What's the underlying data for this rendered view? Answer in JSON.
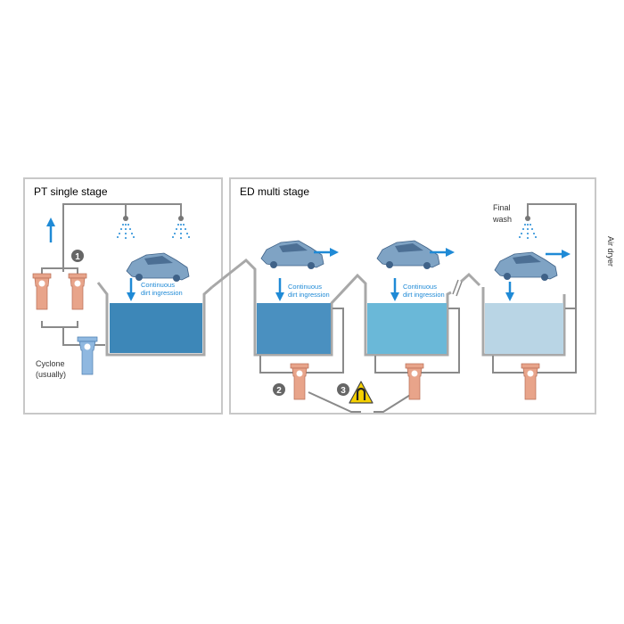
{
  "pt_panel": {
    "title": "PT single stage",
    "badge": "1",
    "ingress_line1": "Continuous",
    "ingress_line2": "dirt ingression",
    "cyclone_line1": "Cyclone",
    "cyclone_line2": "(usually)"
  },
  "ed_panel": {
    "title": "ED multi stage",
    "badge_2": "2",
    "badge_3": "3",
    "ingress_line1": "Continuous",
    "ingress_line2": "dirt ingression",
    "final_wash_line1": "Final",
    "final_wash_line2": "wash"
  },
  "side_label": "Air dryer",
  "colors": {
    "pipe": "#8a8a8a",
    "arrow": "#1f8ad6",
    "filter": "#e8a48a",
    "cyclone": "#8fb8e0",
    "tank_pt": "#3d87b8",
    "tank_ed1": "#4a90c0",
    "tank_ed2": "#6ab8d8",
    "tank_ed3": "#b9d5e5",
    "warning": "#f5d000"
  }
}
